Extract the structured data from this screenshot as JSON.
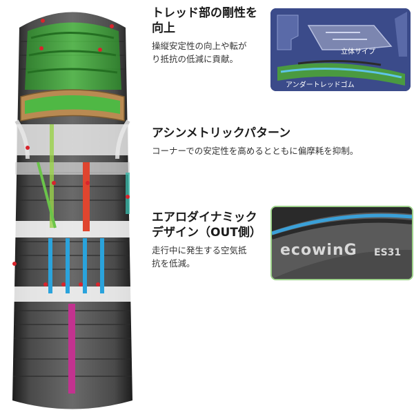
{
  "features": [
    {
      "title_lines": [
        "トレッド部の剛性を",
        "向上"
      ],
      "desc_lines": [
        "操縦安定性の向上や転が",
        "り抵抗の低減に貢献。"
      ]
    },
    {
      "title_lines": [
        "アシンメトリックパターン"
      ],
      "desc_lines": [
        "コーナーでの安定性を高めるとともに偏摩耗を抑制。"
      ]
    },
    {
      "title_lines": [
        "エアロダイナミック",
        "デザイン（OUT側）"
      ],
      "desc_lines": [
        "走行中に発生する空気抵",
        "抗を低減。"
      ]
    }
  ],
  "insets": {
    "structure": {
      "label_3d_sipe": "立体サイプ",
      "label_under_tread": "アンダートレッドゴム"
    },
    "sidewall": {
      "brand_text": "ecowinG",
      "model_text": "ES31"
    }
  },
  "colors": {
    "tread_green": "#3fae3a",
    "groove_red": "#e0452f",
    "groove_blue": "#2aa3dc",
    "groove_magenta": "#c2328f",
    "inset_frame_blue": "#3b4b8a",
    "sidewall_frame_green": "#9ed38b",
    "callout_red": "#d8242c"
  }
}
